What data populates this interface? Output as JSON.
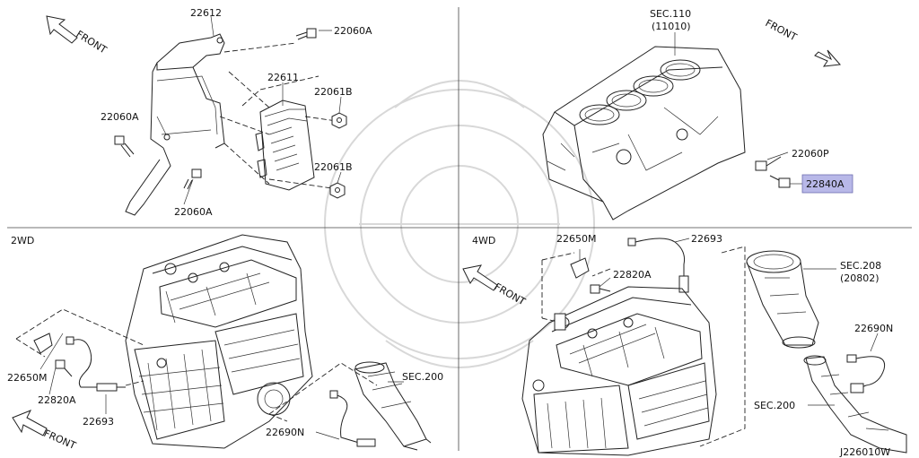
{
  "colors": {
    "highlight": "#b8b8e8",
    "line": "#222222",
    "watermark": "#d8d8d8"
  },
  "quadrant_tl": {
    "front_label": "FRONT",
    "part_22612": "22612",
    "part_22060A_top": "22060A",
    "part_22611": "22611",
    "part_22061B_top": "22061B",
    "part_22060A_left": "22060A",
    "part_22061B_bottom": "22061B",
    "part_22060A_bottom": "22060A"
  },
  "quadrant_tr": {
    "sec_110": "SEC.110",
    "sec_110_sub": "(11010)",
    "front_label": "FRONT",
    "part_22060P": "22060P",
    "part_22840A": "22840A"
  },
  "quadrant_bl": {
    "title": "2WD",
    "part_22650M": "22650M",
    "part_22820A": "22820A",
    "part_22693": "22693",
    "front_label": "FRONT",
    "sec_200": "SEC.200",
    "part_22690N": "22690N"
  },
  "quadrant_br": {
    "title": "4WD",
    "part_22650M": "22650M",
    "part_22693": "22693",
    "part_22820A": "22820A",
    "front_label": "FRONT",
    "sec_208": "SEC.208",
    "sec_208_sub": "(20802)",
    "part_22690N": "22690N",
    "sec_200": "SEC.200"
  },
  "diagram_id": "J226010W"
}
